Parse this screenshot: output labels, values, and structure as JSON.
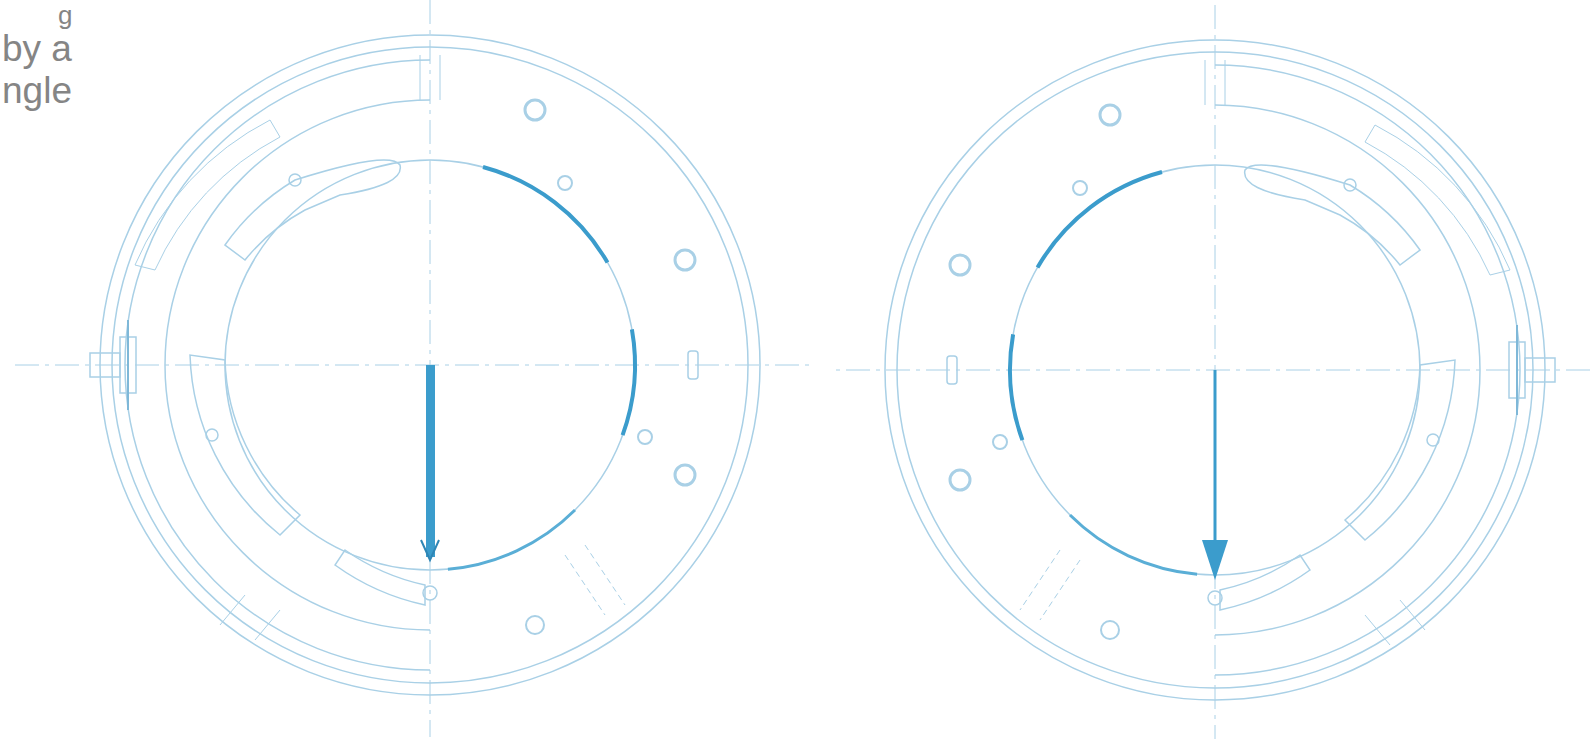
{
  "diagram": {
    "labels": [
      "g",
      "by a",
      "ngle"
    ]
  }
}
